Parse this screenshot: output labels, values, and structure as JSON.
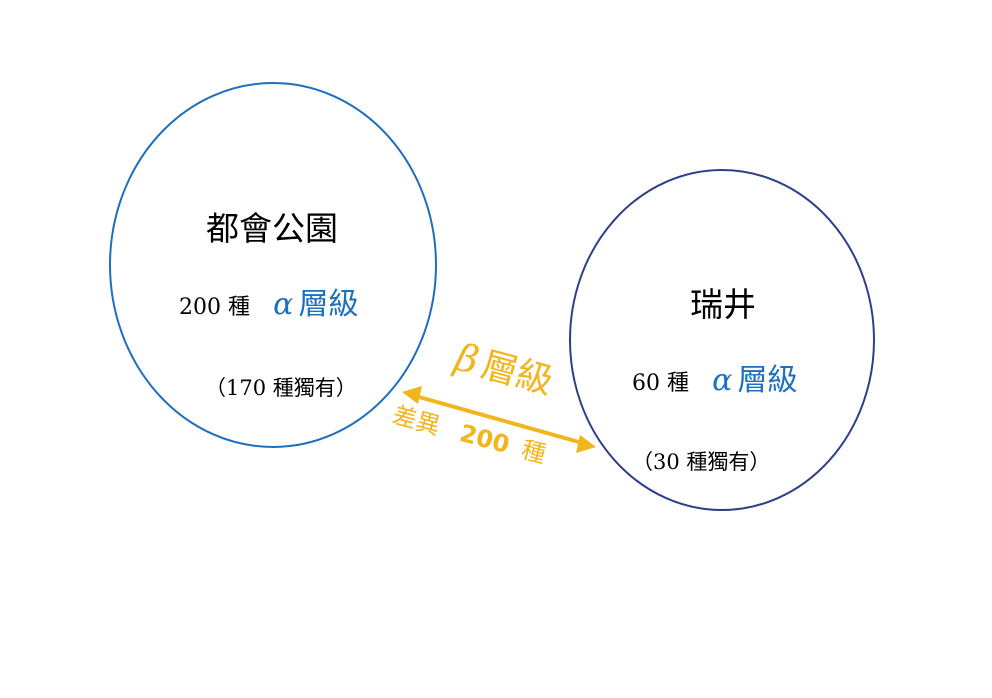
{
  "colors": {
    "left_circle": "#1f6fbf",
    "right_circle": "#2e3f8a",
    "alpha": "#1b70c0",
    "beta": "#f2b51c",
    "text": "#000000"
  },
  "left_site": {
    "name": "都會公園",
    "count": "200 種",
    "alpha_symbol": "α",
    "alpha_word": "層級",
    "unique": "（170 種獨有）"
  },
  "right_site": {
    "name": "瑞井",
    "count": "60 種",
    "alpha_symbol": "α",
    "alpha_word": "層級",
    "unique": "（30 種獨有）"
  },
  "beta": {
    "symbol": "β",
    "word": "層級",
    "diff_label": "差異",
    "diff_value": "200",
    "diff_unit": "種"
  }
}
